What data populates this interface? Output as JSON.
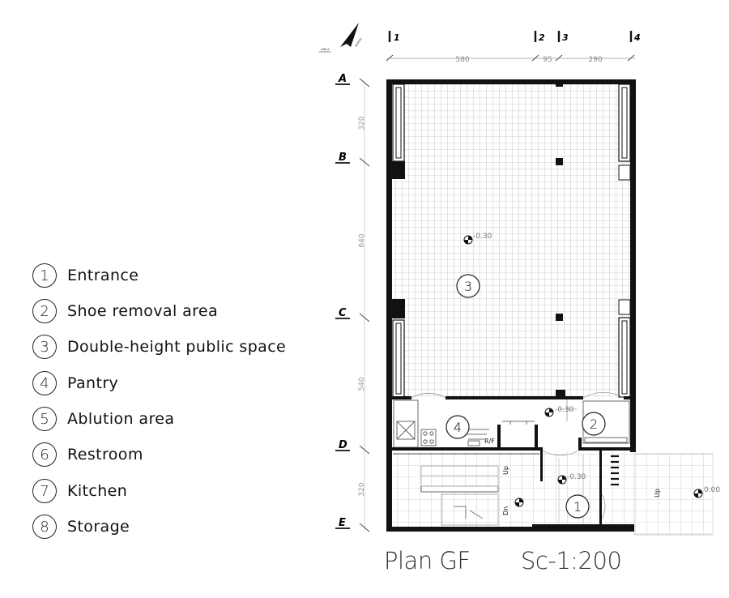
{
  "legend": [
    {
      "num": "1",
      "label": "Entrance"
    },
    {
      "num": "2",
      "label": "Shoe removal area"
    },
    {
      "num": "3",
      "label": "Double-height public space"
    },
    {
      "num": "4",
      "label": "Pantry"
    },
    {
      "num": "5",
      "label": "Ablution area"
    },
    {
      "num": "6",
      "label": "Restroom"
    },
    {
      "num": "7",
      "label": "Kitchen"
    },
    {
      "num": "8",
      "label": "Storage"
    }
  ],
  "grid": {
    "columns": [
      "1",
      "2",
      "3",
      "4"
    ],
    "rows": [
      "A",
      "B",
      "C",
      "D",
      "E"
    ],
    "column_spacings": [
      "580",
      "95",
      "290"
    ],
    "row_spacings": [
      "320",
      "640",
      "540",
      "320"
    ]
  },
  "compass": {
    "qibla": "QIBLA",
    "north": "NORTH"
  },
  "levels": {
    "main": "-0.30",
    "shoe": "-0.30",
    "entrance": "-0.30",
    "outside": "0.00"
  },
  "tags": {
    "fridge": "R/F",
    "up": "Up",
    "down": "Dn"
  },
  "room_markers": {
    "public": "3",
    "pantry": "4",
    "shoe": "2",
    "entrance": "1"
  },
  "title": {
    "plan": "Plan GF",
    "scale": "Sc-1:200"
  }
}
